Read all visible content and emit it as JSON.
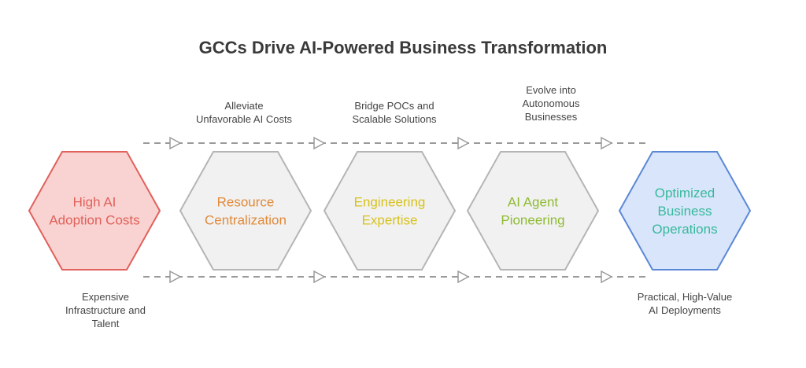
{
  "title": "GCCs Drive AI-Powered Business Transformation",
  "nodes": [
    {
      "lines": [
        "High AI",
        "Adoption Costs"
      ],
      "fill": "#f9d3d1",
      "stroke": "#e0615c",
      "text": "#e0615c"
    },
    {
      "lines": [
        "Resource",
        "Centralization"
      ],
      "fill": "#f1f1f1",
      "stroke": "#b5b5b5",
      "text": "#e08a3a"
    },
    {
      "lines": [
        "Engineering",
        "Expertise"
      ],
      "fill": "#f1f1f1",
      "stroke": "#b5b5b5",
      "text": "#d8c21c"
    },
    {
      "lines": [
        "AI Agent",
        "Pioneering"
      ],
      "fill": "#f1f1f1",
      "stroke": "#b5b5b5",
      "text": "#8fbb34"
    },
    {
      "lines": [
        "Optimized",
        "Business",
        "Operations"
      ],
      "fill": "#d9e5fb",
      "stroke": "#5b88d6",
      "text": "#36b99b"
    }
  ],
  "top_captions": [
    "Alleviate\nUnfavorable AI Costs",
    "Bridge POCs and\nScalable Solutions",
    "Evolve into\nAutonomous\nBusinesses"
  ],
  "bottom_captions": [
    "Expensive\nInfrastructure and\nTalent",
    "Practical, High-Value\nAI Deployments"
  ],
  "colors": {
    "arrow": "#9a9a9a",
    "title": "#3a3a3a",
    "caption": "#444444"
  }
}
